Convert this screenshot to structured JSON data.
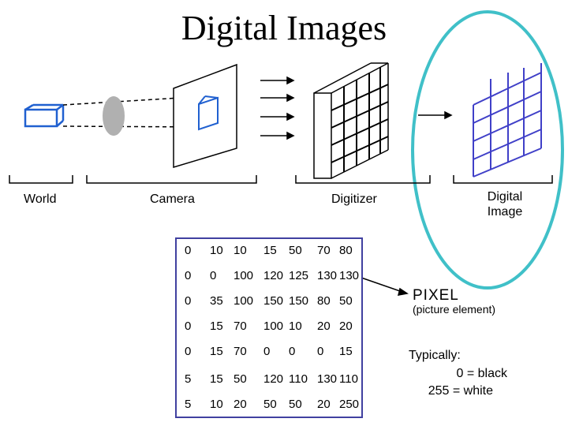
{
  "title": "Digital Images",
  "labels": {
    "world": "World",
    "camera": "Camera",
    "digitizer": "Digitizer",
    "digital_image_1": "Digital",
    "digital_image_2": "Image"
  },
  "pixel_grid": {
    "rows": [
      [
        "0",
        "10",
        "10",
        "15",
        "50",
        "70",
        "80"
      ],
      [
        "0",
        "0",
        "100",
        "120",
        "125",
        "130",
        "130"
      ],
      [
        "0",
        "35",
        "100",
        "150",
        "150",
        "80",
        "50"
      ],
      [
        "0",
        "15",
        "70",
        "100",
        "10",
        "20",
        "20"
      ],
      [
        "0",
        "15",
        "70",
        "0",
        "0",
        "0",
        "15"
      ],
      [
        "5",
        "15",
        "50",
        "120",
        "110",
        "130",
        "110"
      ],
      [
        "5",
        "10",
        "20",
        "50",
        "50",
        "20",
        "250"
      ]
    ]
  },
  "pixel": {
    "label": "PIXEL",
    "sub": "(picture element)"
  },
  "typically": {
    "line1": "Typically:",
    "line2": "0  = black",
    "line3": "255 = white"
  },
  "colors": {
    "object_blue": "#2060d0",
    "grid_blue": "#4040c8",
    "ellipse_teal": "#40c0c8",
    "lens_gray": "#b0b0b0"
  }
}
